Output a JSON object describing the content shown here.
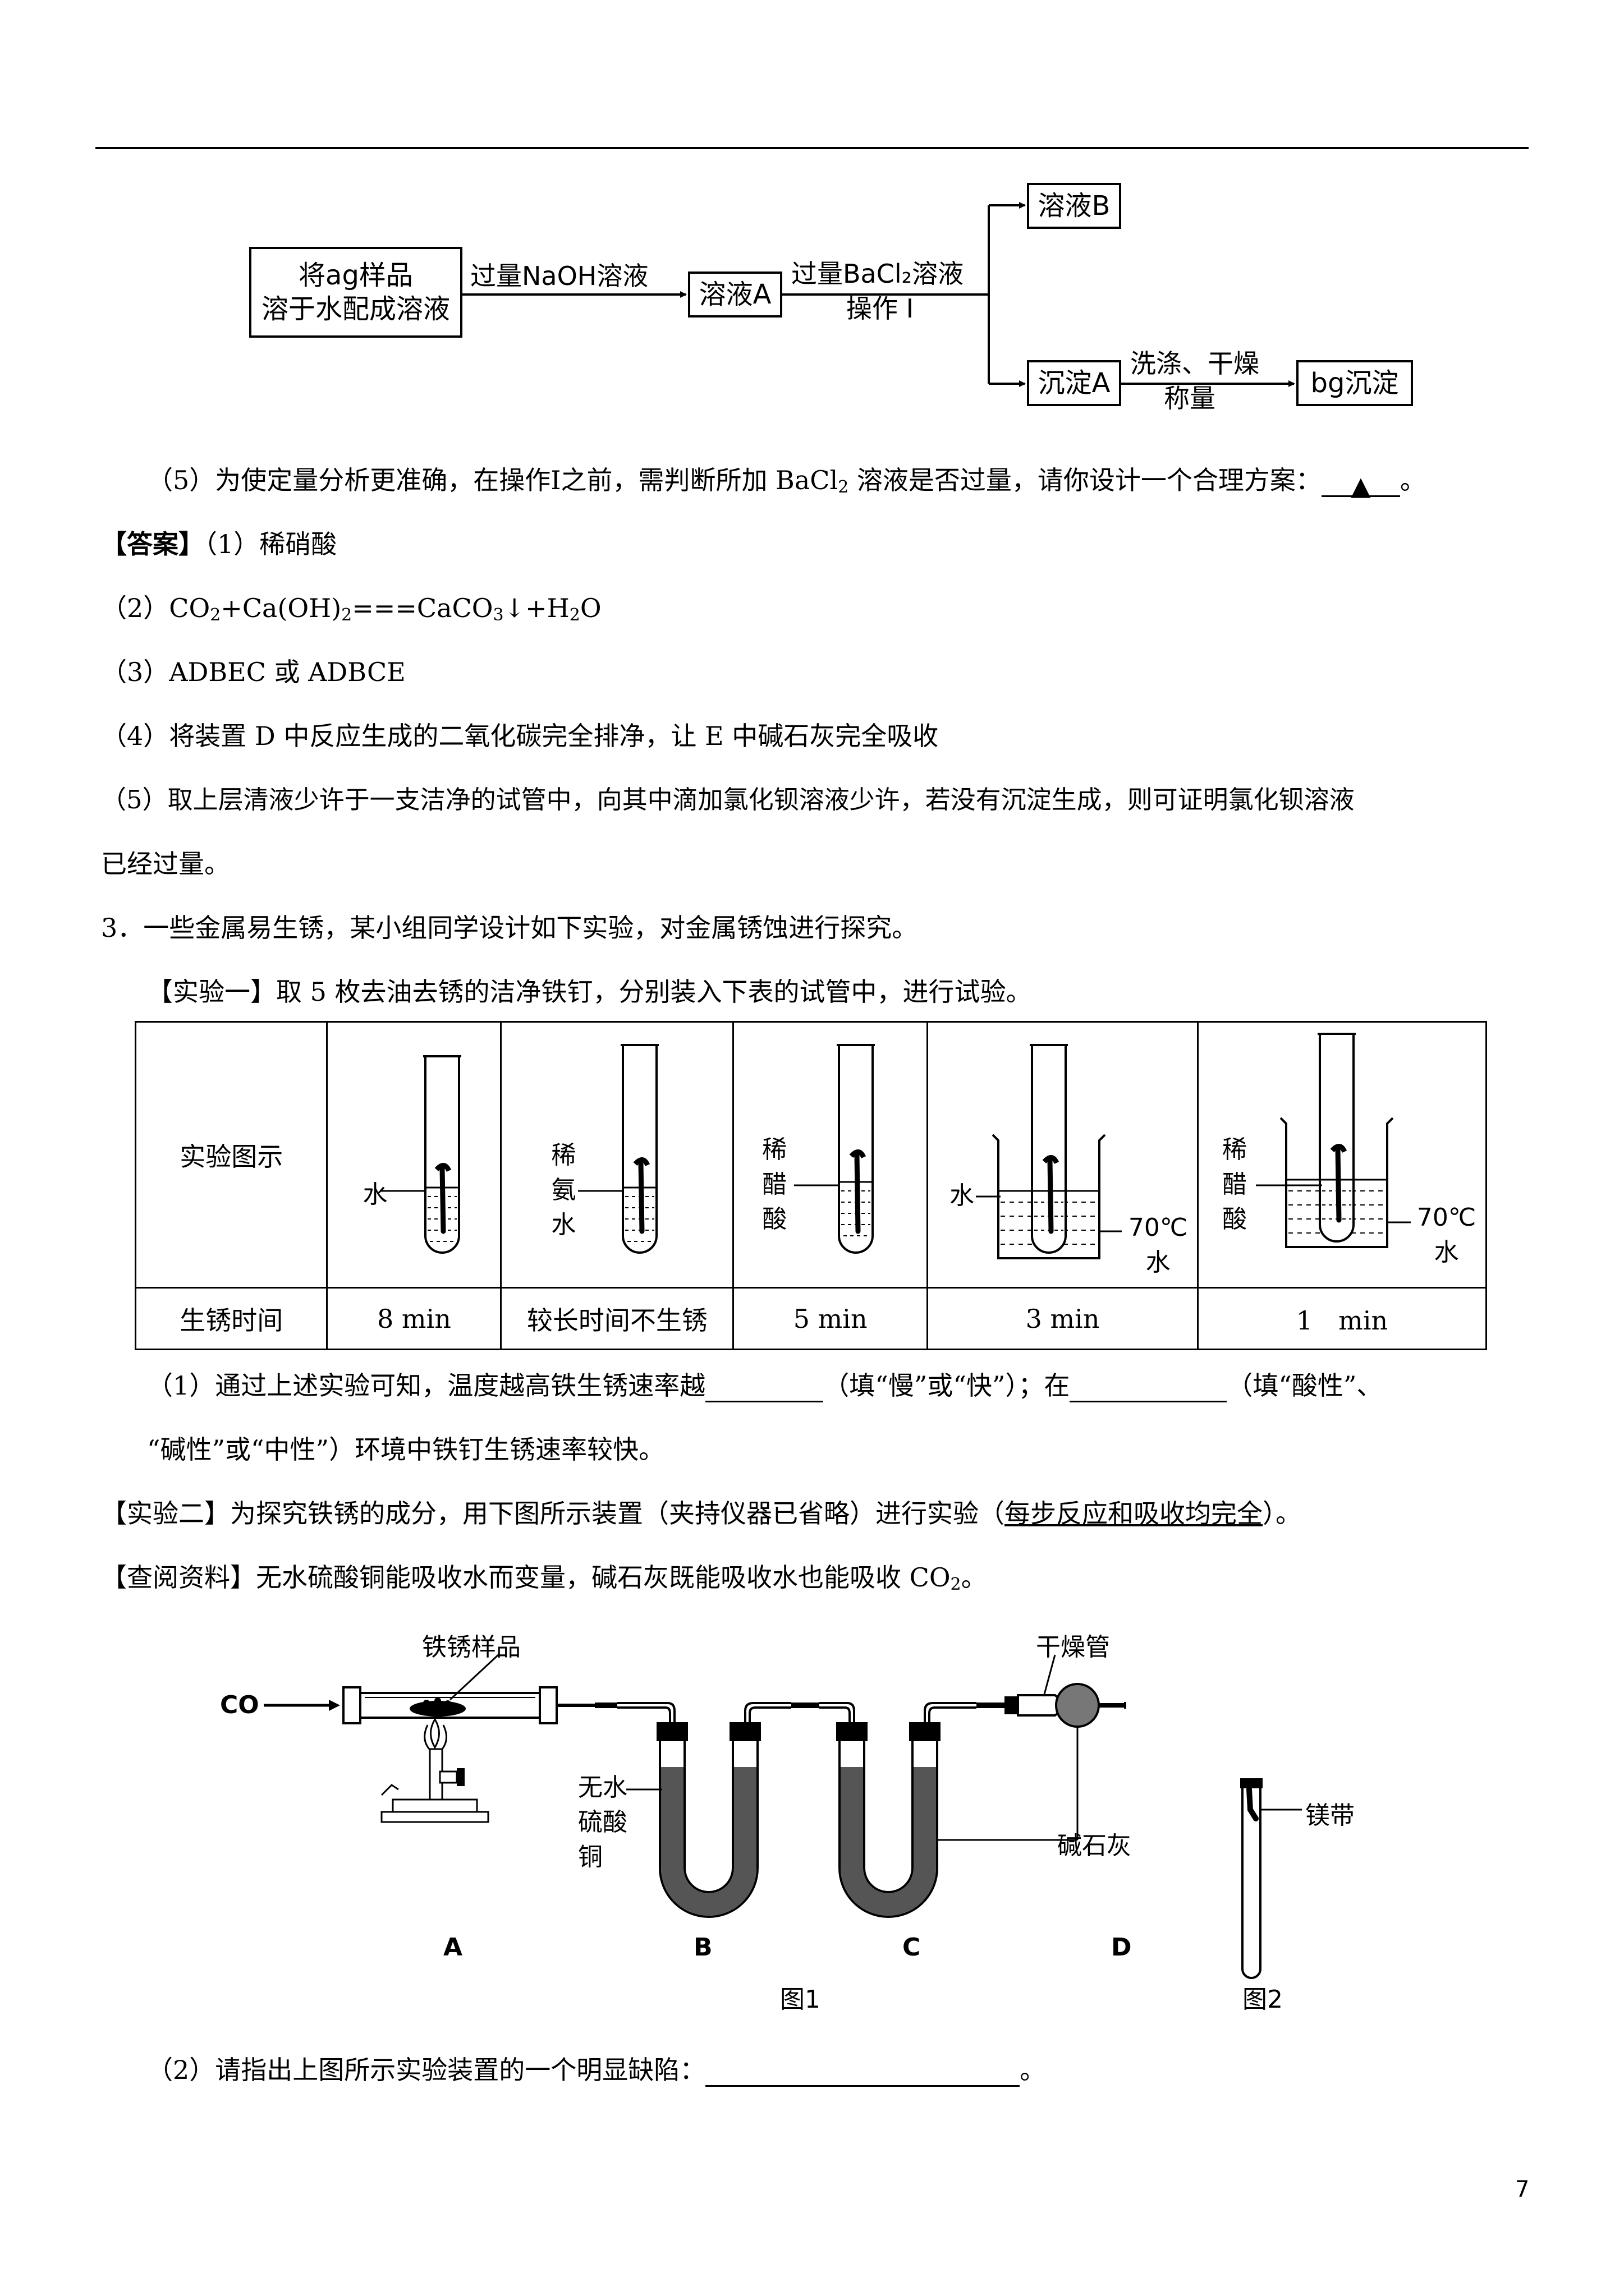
{
  "flow": {
    "sample_box": [
      "将ag样品",
      "溶于水配成溶液"
    ],
    "arrow1_label": "过量NaOH溶液",
    "solution_a": "溶液A",
    "arrow2_label_1": "过量BaCl₂溶液",
    "arrow2_label_2": "操作 I",
    "solution_b": "溶液B",
    "precipitate_a": "沉淀A",
    "arrow3_label_1": "洗涤、干燥",
    "arrow3_label_2": "称量",
    "bg_precipitate": "bg沉淀"
  },
  "q5": {
    "prefix": "（5）为使定量分析更准确，在操作Ⅰ之前，需判断所加 BaCl",
    "sub": "2",
    "suffix": " 溶液是否过量，请你设计一个合理方案：",
    "marker": "▲",
    "end": "。"
  },
  "answers": {
    "a1_tag": "【答案】",
    "a1": "（1）稀硝酸",
    "a2_1": "（2）CO",
    "a2_s1": "2",
    "a2_2": "+Ca(OH)",
    "a2_s2": "2",
    "a2_3": "===CaCO",
    "a2_s3": "3",
    "a2_4": "↓+H",
    "a2_s4": "2",
    "a2_5": "O",
    "a3": "（3）ADBEC 或 ADBCE",
    "a4": "（4）将装置 D 中反应生成的二氧化碳完全排净，让 E 中碱石灰完全吸收",
    "a5_line1": "（5）取上层清液少许于一支洁净的试管中，向其中滴加氯化钡溶液少许，若没有沉淀生成，则可证明氯化钡溶液",
    "a5_line2": "已经过量。"
  },
  "q3": {
    "intro": "3．一些金属易生锈，某小组同学设计如下实验，对金属锈蚀进行探究。",
    "exp1": "【实验一】取 5 枚去油去锈的洁净铁钉，分别装入下表的试管中，进行试验。",
    "table": {
      "row1_header": "实验图示",
      "row2_header": "生锈时间",
      "times": [
        "8 min",
        "较长时间不生锈",
        "5 min",
        "3 min",
        "1　min"
      ],
      "labels": {
        "water": "水",
        "ammonia": [
          "稀",
          "氨",
          "水"
        ],
        "acetic": [
          "稀",
          "醋",
          "酸"
        ],
        "water70": "70℃水"
      }
    },
    "sub1_a": "（1）通过上述实验可知，温度越高铁生锈速率越",
    "sub1_b": "（填“慢”或“快”）；在",
    "sub1_c": "（填“酸性”、",
    "sub1_d": "“碱性”或“中性”）环境中铁钉生锈速率较快。",
    "exp2_a": "【实验二】为探究铁锈的成分，用下图所示装置（夹持仪器已省略）进行实验（",
    "exp2_u": "每步反应和吸收均完全",
    "exp2_b": "）。",
    "ref_a": "【查阅资料】无水硫酸铜能吸收水而变量，碱石灰既能吸收水也能吸收 CO",
    "ref_sub": "2",
    "ref_b": "。",
    "figure": {
      "co": "CO",
      "rust_sample": "铁锈样品",
      "dry_tube": "干燥管",
      "cuso4": [
        "无水",
        "硫酸",
        "铜"
      ],
      "soda_lime": "碱石灰",
      "mg_ribbon": "镁带",
      "labels": [
        "A",
        "B",
        "C",
        "D"
      ],
      "fig1": "图1",
      "fig2": "图2"
    },
    "sub2_a": "（2）请指出上图所示实验装置的一个明显缺陷：",
    "sub2_b": "。"
  },
  "page_number": "7"
}
